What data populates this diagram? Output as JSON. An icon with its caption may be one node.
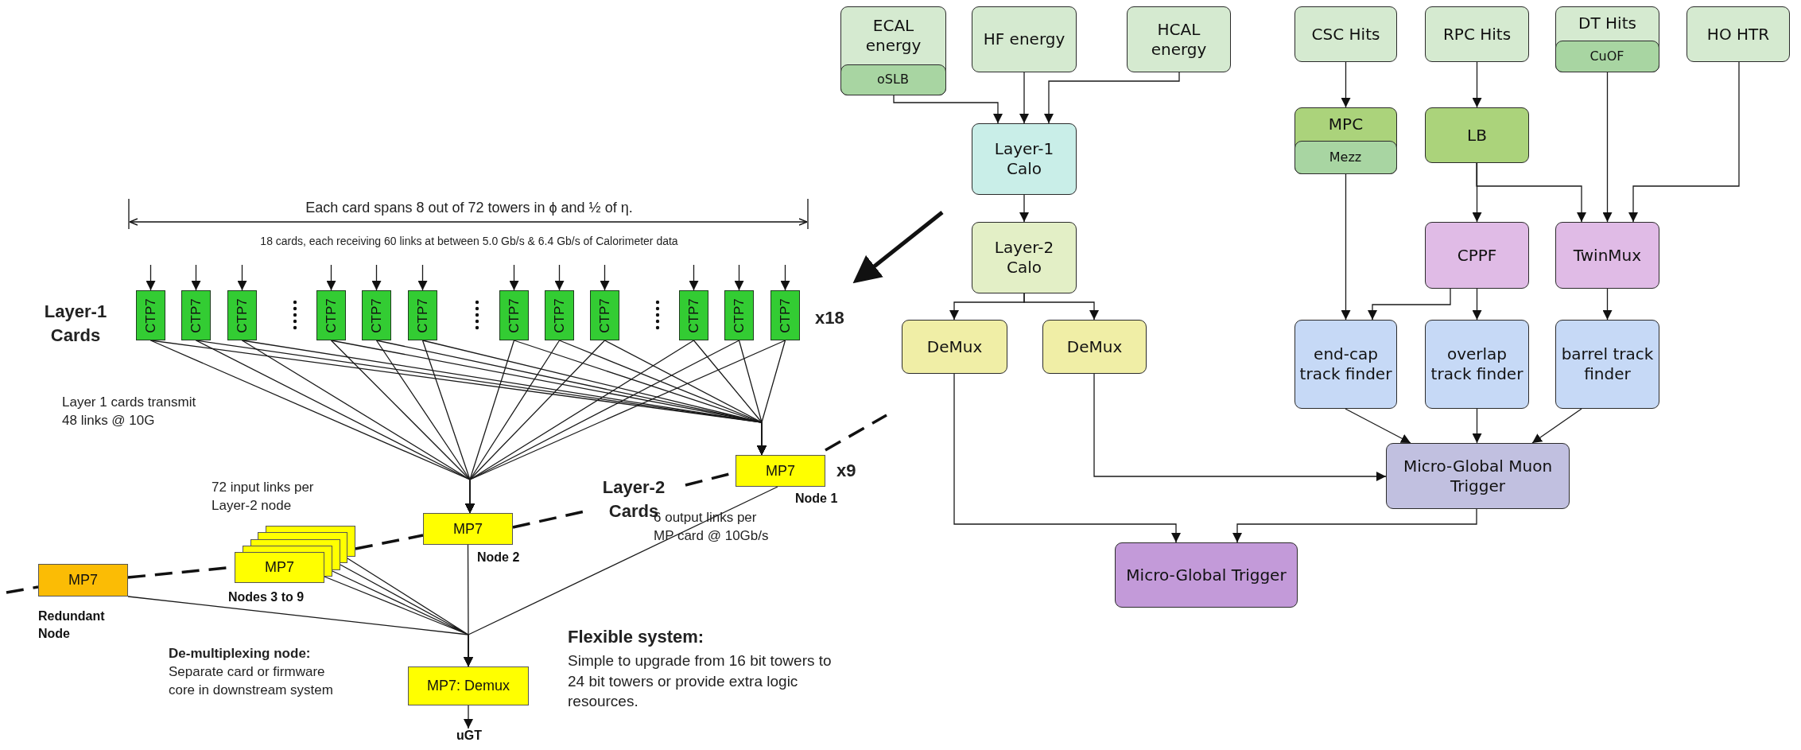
{
  "diagram": {
    "nodes": [
      {
        "text": [
          "ECAL energy"
        ]
      },
      {
        "text": [
          "oSLB"
        ],
        "in": 0
      },
      {
        "text": [
          "HF energy"
        ]
      },
      {
        "text": [
          "HCAL energy"
        ]
      },
      {
        "text": [
          "CSC Hits"
        ]
      },
      {
        "text": [
          "RPC Hits"
        ]
      },
      {
        "text": [
          "DT Hits"
        ]
      },
      {
        "text": [
          "CuOF"
        ],
        "in": 6
      },
      {
        "text": [
          "HO HTR"
        ]
      },
      {
        "text": [
          "Layer-1 Calo"
        ]
      },
      {
        "text": [
          "MPC"
        ]
      },
      {
        "text": [
          "Mezz"
        ],
        "in": 10
      },
      {
        "text": [
          "LB"
        ]
      },
      {
        "text": [
          "Layer-2 Calo"
        ]
      },
      {
        "text": [
          "CPPF"
        ]
      },
      {
        "text": [
          "TwinMux"
        ]
      },
      {
        "text": [
          "DeMux"
        ]
      },
      {
        "text": [
          "DeMux"
        ]
      },
      {
        "text": [
          "end-cap track finder"
        ]
      },
      {
        "text": [
          "overlap track finder"
        ]
      },
      {
        "text": [
          "barrel track finder"
        ]
      },
      {
        "text": [
          "Micro-Global Muon Trigger"
        ]
      },
      {
        "text": [
          "Micro-Global Trigger"
        ]
      },
      {
        "text": [
          "CTP7"
        ]
      },
      {
        "text": [
          "CTP7"
        ]
      },
      {
        "text": [
          "CTP7"
        ]
      },
      {
        "text": [
          "CTP7"
        ]
      },
      {
        "text": [
          "CTP7"
        ]
      },
      {
        "text": [
          "CTP7"
        ]
      },
      {
        "text": [
          "CTP7"
        ]
      },
      {
        "text": [
          "CTP7"
        ]
      },
      {
        "text": [
          "CTP7"
        ]
      },
      {
        "text": [
          "CTP7"
        ]
      },
      {
        "text": [
          "CTP7"
        ]
      },
      {
        "text": [
          "CTP7"
        ]
      },
      {
        "text": [
          "MP7"
        ],
        "beside": [
          "Node 1"
        ]
      },
      {
        "text": [
          "MP7"
        ],
        "beside": [
          "Node 2"
        ]
      },
      {
        "text": [
          "MP7"
        ],
        "beside": [
          "Nodes 3 to 9"
        ]
      },
      {
        "text": [
          "MP7"
        ],
        "beside": [
          "Redundant Node"
        ]
      },
      {
        "text": [
          "MP7: Demux"
        ]
      },
      {
        "text": [
          "uGT"
        ]
      }
    ],
    "edges": [
      {
        "from": 1,
        "to": 9,
        "arrow": "to"
      },
      {
        "from": 2,
        "to": 9,
        "arrow": "to"
      },
      {
        "from": 3,
        "to": 9,
        "arrow": "to"
      },
      {
        "from": 9,
        "to": 13,
        "arrow": "to"
      },
      {
        "from": 13,
        "to": 16,
        "arrow": "to"
      },
      {
        "from": 13,
        "to": 17,
        "arrow": "to"
      },
      {
        "from": 4,
        "to": 10,
        "arrow": "to"
      },
      {
        "from": 5,
        "to": 12,
        "arrow": "to"
      },
      {
        "from": 12,
        "to": 14,
        "arrow": "to"
      },
      {
        "from": 12,
        "to": 15,
        "arrow": "to"
      },
      {
        "from": 7,
        "to": 15,
        "arrow": "to"
      },
      {
        "from": 8,
        "to": 15,
        "arrow": "to"
      },
      {
        "from": 11,
        "to": 18,
        "arrow": "to"
      },
      {
        "from": 14,
        "to": 18,
        "arrow": "to"
      },
      {
        "from": 14,
        "to": 19,
        "arrow": "to"
      },
      {
        "from": 15,
        "to": 20,
        "arrow": "to"
      },
      {
        "from": 18,
        "to": 21,
        "arrow": "to"
      },
      {
        "from": 19,
        "to": 21,
        "arrow": "to"
      },
      {
        "from": 20,
        "to": 21,
        "arrow": "to"
      },
      {
        "from": 17,
        "to": 21,
        "arrow": "to"
      },
      {
        "from": 16,
        "to": 22,
        "arrow": "to"
      },
      {
        "from": 21,
        "to": 22,
        "arrow": "to"
      },
      {
        "from": null,
        "to": 23,
        "arrow": "to"
      },
      {
        "from": null,
        "to": 24,
        "arrow": "to"
      },
      {
        "from": null,
        "to": 25,
        "arrow": "to"
      },
      {
        "from": null,
        "to": 26,
        "arrow": "to"
      },
      {
        "from": null,
        "to": 27,
        "arrow": "to"
      },
      {
        "from": null,
        "to": 28,
        "arrow": "to"
      },
      {
        "from": null,
        "to": 29,
        "arrow": "to"
      },
      {
        "from": null,
        "to": 30,
        "arrow": "to"
      },
      {
        "from": null,
        "to": 31,
        "arrow": "to"
      },
      {
        "from": null,
        "to": 32,
        "arrow": "to"
      },
      {
        "from": null,
        "to": 33,
        "arrow": "to"
      },
      {
        "from": null,
        "to": 34,
        "arrow": "to"
      },
      {
        "from": 23,
        "to": 36,
        "arrow": "to"
      },
      {
        "from": 24,
        "to": 36,
        "arrow": "to"
      },
      {
        "from": 25,
        "to": 36,
        "arrow": "to"
      },
      {
        "from": 26,
        "to": 36,
        "arrow": "to"
      },
      {
        "from": 27,
        "to": 36,
        "arrow": "to"
      },
      {
        "from": 28,
        "to": 36,
        "arrow": "to"
      },
      {
        "from": 29,
        "to": 36,
        "arrow": "to"
      },
      {
        "from": 30,
        "to": 36,
        "arrow": "to"
      },
      {
        "from": 31,
        "to": 36,
        "arrow": "to"
      },
      {
        "from": 32,
        "to": 36,
        "arrow": "to"
      },
      {
        "from": 33,
        "to": 36,
        "arrow": "to"
      },
      {
        "from": 34,
        "to": 36,
        "arrow": "to"
      },
      {
        "from": 23,
        "to": 35,
        "arrow": "to"
      },
      {
        "from": 24,
        "to": 35,
        "arrow": "to"
      },
      {
        "from": 25,
        "to": 35,
        "arrow": "to"
      },
      {
        "from": 26,
        "to": 35,
        "arrow": "to"
      },
      {
        "from": 27,
        "to": 35,
        "arrow": "to"
      },
      {
        "from": 28,
        "to": 35,
        "arrow": "to"
      },
      {
        "from": 29,
        "to": 35,
        "arrow": "to"
      },
      {
        "from": 30,
        "to": 35,
        "arrow": "to"
      },
      {
        "from": 31,
        "to": 35,
        "arrow": "to"
      },
      {
        "from": 32,
        "to": 35,
        "arrow": "to"
      },
      {
        "from": 33,
        "to": 35,
        "arrow": "to"
      },
      {
        "from": 34,
        "to": 35,
        "arrow": "to"
      },
      {
        "from": 35,
        "to": 39,
        "arrow": "to"
      },
      {
        "from": 36,
        "to": 39,
        "arrow": "to"
      },
      {
        "from": 37,
        "to": 39,
        "arrow": "to"
      },
      {
        "from": 38,
        "to": 39,
        "arrow": "to"
      },
      {
        "from": 39,
        "to": 40,
        "arrow": "to"
      }
    ],
    "labels": [
      "Each card spans 8 out of 72 towers in ϕ and ½ of η.",
      "18 cards, each receiving 60 links at between 5.0 Gb/s & 6.4 Gb/s of Calorimeter data",
      "Layer-1 Cards",
      "x18",
      "Layer 1 cards transmit 48 links @ 10G",
      "x9",
      "Layer-2 Cards",
      "72 input links per Layer-2 node",
      "6 output links per MP card @ 10Gb/s",
      "De-multiplexing node:",
      "Separate card or firmware core in downstream system",
      "Flexible system:",
      "Simple to upgrade from 16 bit towers to 24 bit towers or provide extra logic resources."
    ]
  }
}
